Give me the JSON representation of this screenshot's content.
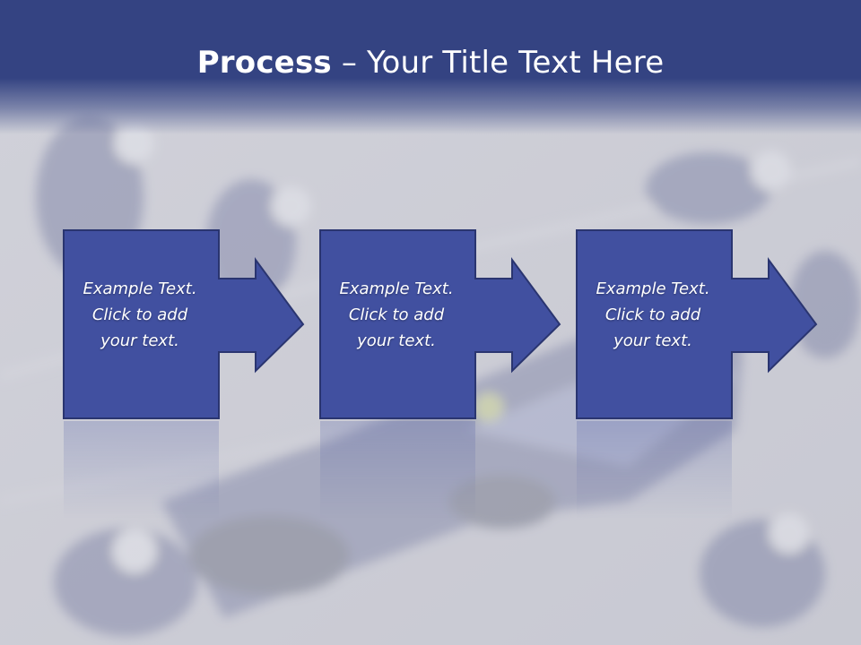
{
  "title": {
    "bold": "Process",
    "rest": " – Your Title Text Here"
  },
  "steps": [
    {
      "line1": "Example Text.",
      "line2": "Click  to add",
      "line3": "your text."
    },
    {
      "line1": "Example Text.",
      "line2": "Click  to add",
      "line3": "your text."
    },
    {
      "line1": "Example Text.",
      "line2": "Click  to add",
      "line3": "your text."
    }
  ],
  "colors": {
    "header": "#344382",
    "box": "#4150a0",
    "box_border": "#2a3570",
    "background": "#c9cad3"
  }
}
